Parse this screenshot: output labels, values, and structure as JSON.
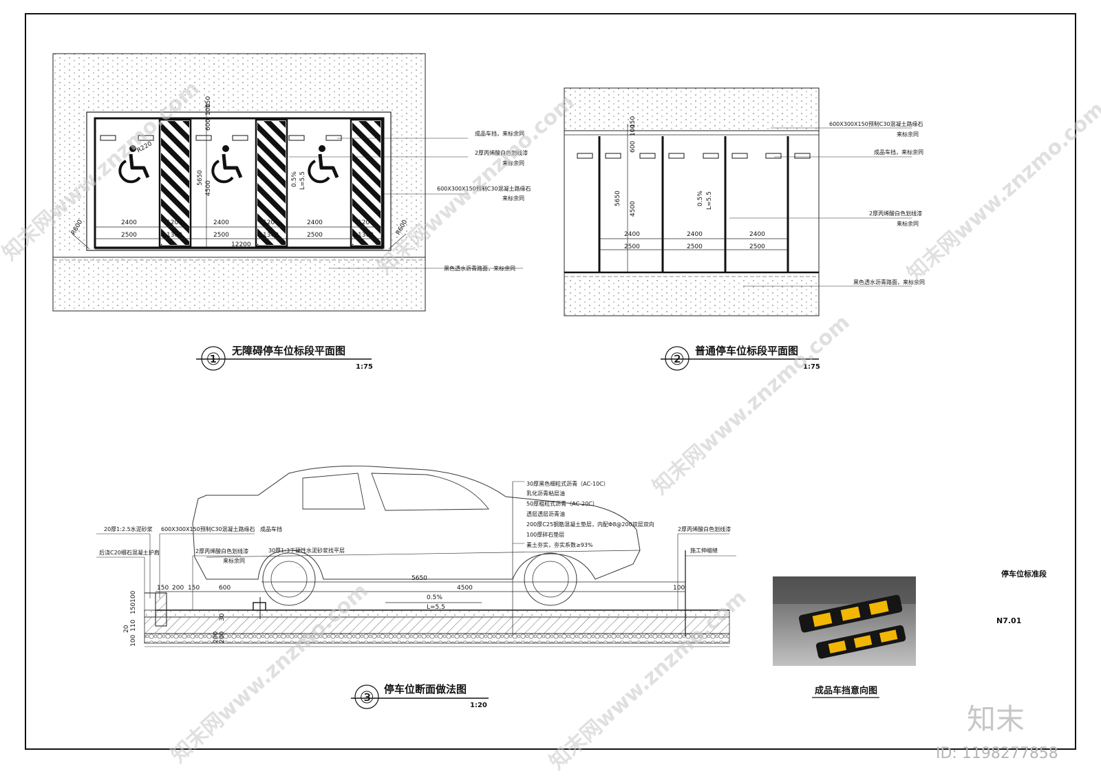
{
  "drawings": {
    "plan1": {
      "num": "①",
      "title": "无障碍停车位标段平面图",
      "scale": "1:75",
      "callouts": [
        "成品车挡，来标余同",
        "2厚丙烯酸白色划线漆",
        "来标余同",
        "600X300X150预制C30混凝土路缘石",
        "来标余同",
        "黑色透水沥青路面，来标余同"
      ],
      "dims_top": [
        "2400",
        "1200",
        "2400",
        "1200",
        "2400",
        "1200"
      ],
      "dims_bottom": [
        "2500",
        "1300",
        "2500",
        "1300",
        "2500",
        "1300"
      ],
      "dim_total": "12200",
      "dims_vert": [
        "5650",
        "4500",
        "600",
        "100",
        "150"
      ],
      "radius": [
        "R600",
        "R600",
        "R220"
      ],
      "slope": "0.5%",
      "slope_len": "L=5.5"
    },
    "plan2": {
      "num": "②",
      "title": "普通停车位标段平面图",
      "scale": "1:75",
      "callouts": [
        "600X300X150预制C30混凝土路缘石",
        "来标余同",
        "成品车挡，来标余同",
        "2厚丙烯酸白色划线漆",
        "来标余同",
        "黑色透水沥青路面，来标余同"
      ],
      "dims_top": [
        "2400",
        "2400",
        "2400"
      ],
      "dims_bottom": [
        "2500",
        "2500",
        "2500"
      ],
      "dims_vert": [
        "5650",
        "4500",
        "600",
        "100",
        "150"
      ],
      "slope": "0.5%",
      "slope_len": "L=5.5"
    },
    "section3": {
      "num": "③",
      "title": "停车位断面做法图",
      "scale": "1:20",
      "callouts_left": [
        "20厚1:2.5水泥砂浆",
        "后浇C20细石混凝土护肩",
        "600X300X150预制C30混凝土路缘石",
        "2厚丙烯酸白色划线漆",
        "来标余同",
        "成品车挡",
        "30厚1:3干硬性水泥砂浆找平层"
      ],
      "callouts_right": [
        "30厚黑色细粒式沥青（AC-10C）",
        "乳化沥青粘层油",
        "50厚粗粒式沥青（AC-20C）",
        "透层透层沥青油",
        "200厚C25钢筋混凝土垫层，内配Φ8@200双层双向",
        "100厚碎石垫层",
        "素土夯实，夯实系数≥93%",
        "2厚丙烯酸白色划线漆",
        "施工伸缩缝"
      ],
      "dims": [
        "150",
        "200",
        "150",
        "600",
        "5650",
        "4500",
        "100"
      ],
      "dims_vert": [
        "100",
        "110",
        "150",
        "20",
        "200",
        "30",
        "200",
        "100"
      ],
      "slope": "0.5%",
      "slope_len": "L=5.5"
    },
    "photo": {
      "caption": "成品车挡意向图"
    }
  },
  "side": {
    "label": "停车位标准段",
    "code": "N7.01"
  },
  "watermarks": {
    "text": "知末网www.znzmo.com",
    "logo": "知末",
    "id": "ID: 1198277858"
  },
  "colors": {
    "line": "#111111",
    "stripe": "#111111",
    "photo_yellow": "#f2b705",
    "watermark": "#c8c8c8"
  }
}
